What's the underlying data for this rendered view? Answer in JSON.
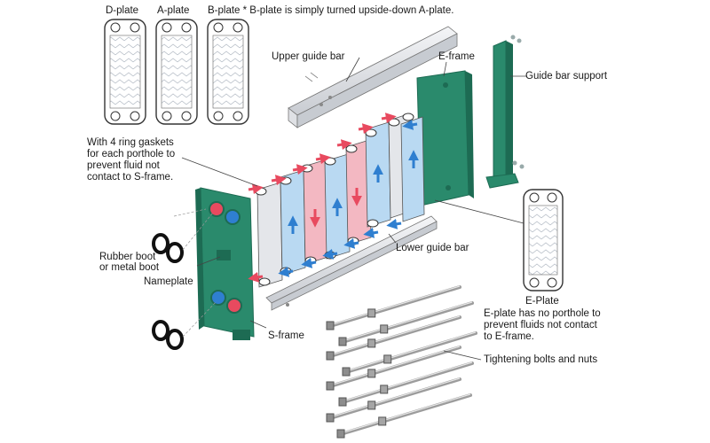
{
  "labels": {
    "d_plate": "D-plate",
    "a_plate": "A-plate",
    "b_plate_note": "B-plate * B-plate is simply turned upside-down A-plate.",
    "upper_guide_bar": "Upper guide bar",
    "e_frame": "E-frame",
    "guide_bar_support": "Guide bar support",
    "gaskets_note_1": "With 4 ring gaskets",
    "gaskets_note_2": "for each porthole to",
    "gaskets_note_3": "prevent fluid not",
    "gaskets_note_4": "contact to S-frame.",
    "rubber_boot_1": "Rubber boot",
    "rubber_boot_2": "or metal boot",
    "nameplate": "Nameplate",
    "lower_guide_bar": "Lower guide bar",
    "s_frame": "S-frame",
    "e_plate": "E-Plate",
    "e_plate_note_1": "E-plate has no porthole to",
    "e_plate_note_2": "prevent fluids not contact",
    "e_plate_note_3": "to E-frame.",
    "tightening_bolts": "Tightening bolts and nuts"
  },
  "colors": {
    "frame": "#2a8a6c",
    "frame_dark": "#1d6b53",
    "hot": "#e84a5f",
    "cold": "#2f7fd0",
    "plate_red": "#f3b8c2",
    "plate_blue": "#b9d9f2",
    "plate_gray": "#e4e6ea"
  },
  "icons": [
    "arrow-red-icon",
    "arrow-blue-icon",
    "bolt-icon",
    "rubber-boot-icon"
  ]
}
